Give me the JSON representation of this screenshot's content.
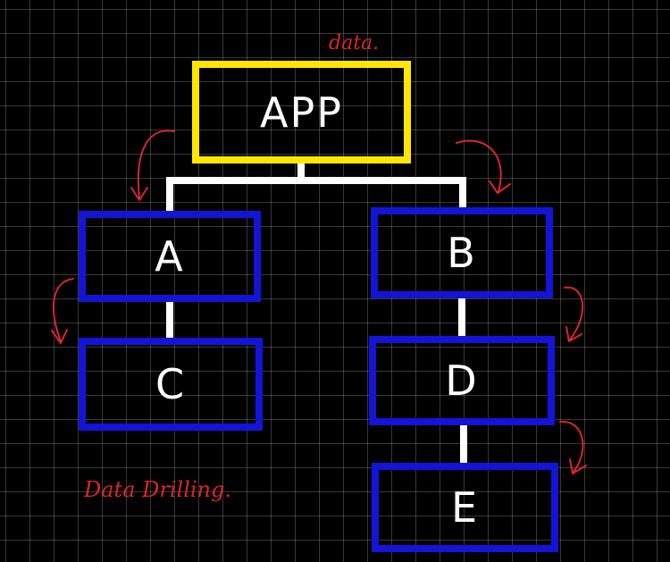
{
  "diagram": {
    "root": {
      "label": "APP",
      "color": "#ffe600"
    },
    "children": [
      {
        "label": "A",
        "color": "#1414d6"
      },
      {
        "label": "B",
        "color": "#1414d6"
      },
      {
        "label": "C",
        "color": "#1414d6"
      },
      {
        "label": "D",
        "color": "#1414d6"
      },
      {
        "label": "E",
        "color": "#1414d6"
      }
    ],
    "edges": [
      [
        "APP",
        "A"
      ],
      [
        "APP",
        "B"
      ],
      [
        "A",
        "C"
      ],
      [
        "B",
        "D"
      ],
      [
        "D",
        "E"
      ]
    ],
    "connector_color": "#ffffff",
    "annotation_color": "#d9262b"
  },
  "annotations": {
    "data_note": "data.",
    "caption": "Data Drilling."
  }
}
